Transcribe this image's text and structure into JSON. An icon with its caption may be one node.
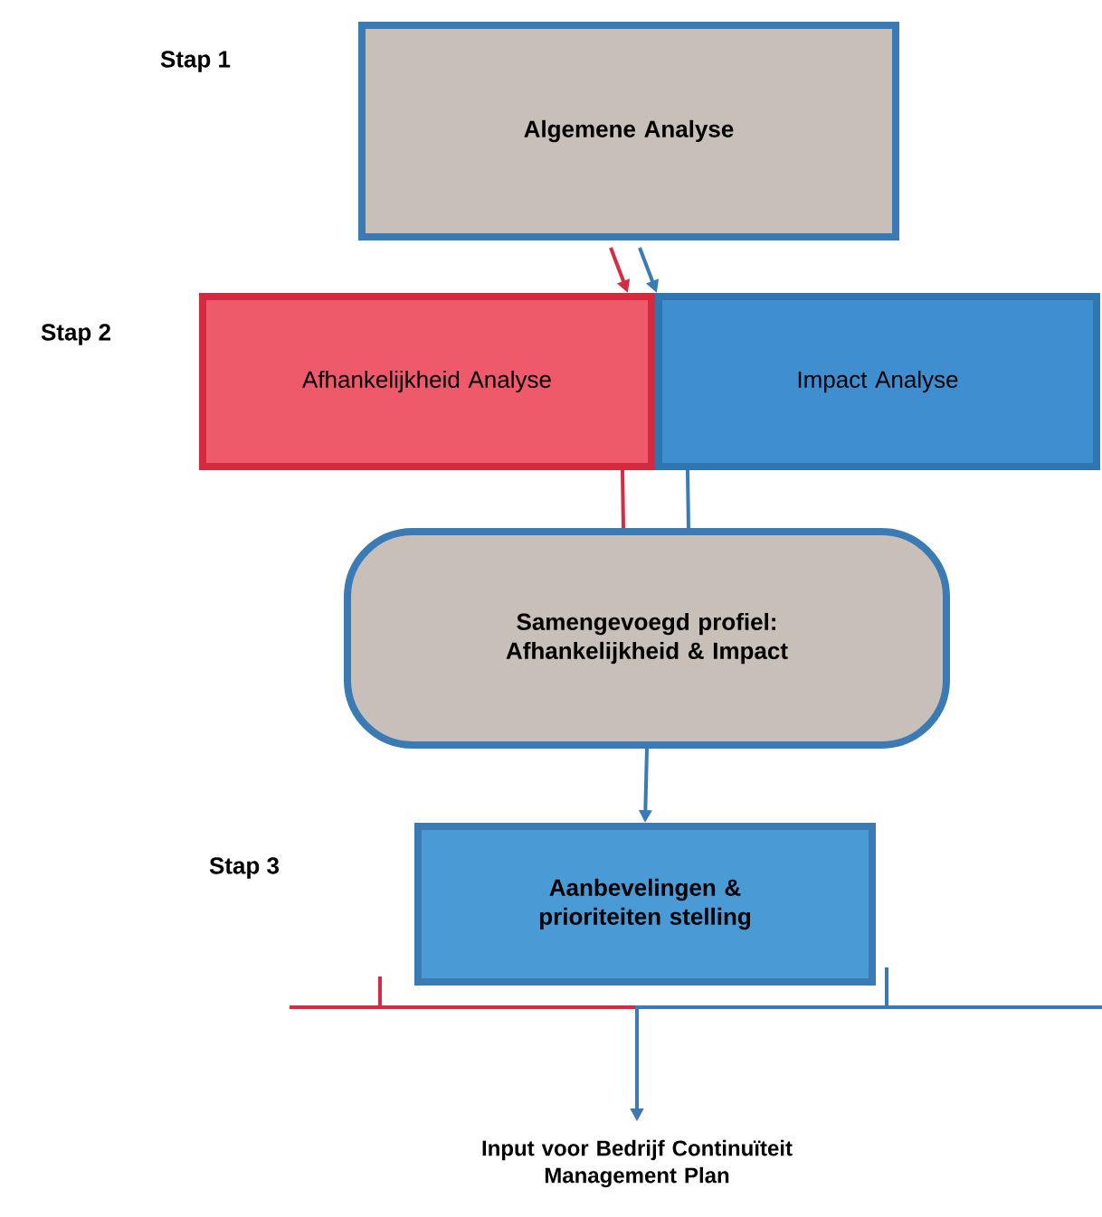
{
  "diagram": {
    "nodes": [
      {
        "text": [
          "Algemene Analyse"
        ]
      },
      {
        "text": [
          "Afhankelijkheid Analyse"
        ]
      },
      {
        "text": [
          "Impact Analyse"
        ]
      },
      {
        "text": [
          "Samengevoegd profiel: Afhankelijkheid & Impact"
        ]
      },
      {
        "text": [
          "Aanbevelingen & prioriteiten stelling"
        ]
      },
      {
        "text": [
          "Input voor Bedrijf Continuïteit Management Plan"
        ]
      }
    ],
    "edges": [
      {
        "from": 0,
        "to": 1,
        "arrow": "to",
        "color": "#d82a42"
      },
      {
        "from": 0,
        "to": 2,
        "arrow": "to"
      },
      {
        "from": 1,
        "to": 3,
        "arrow": "none",
        "color": "#d82a42"
      },
      {
        "from": 2,
        "to": 3,
        "arrow": "none"
      },
      {
        "from": 3,
        "to": 4,
        "arrow": "to"
      },
      {
        "from": null,
        "to": 5,
        "arrow": "to",
        "color": "#d82a42"
      },
      {
        "from": null,
        "to": 5,
        "arrow": "to"
      }
    ],
    "labels": [
      "Stap 1",
      "Stap 2",
      "Stap 3"
    ]
  }
}
